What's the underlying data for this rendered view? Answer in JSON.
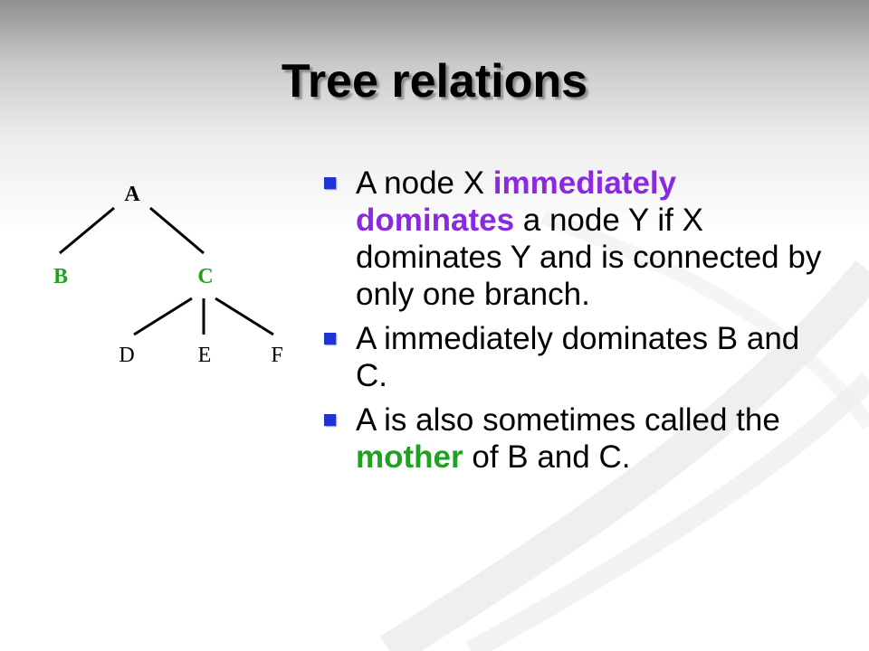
{
  "slide": {
    "title": "Tree relations"
  },
  "tree": {
    "nodes": {
      "A": "A",
      "B": "B",
      "C": "C",
      "D": "D",
      "E": "E",
      "F": "F"
    },
    "colors": {
      "highlight_node": "#21a121",
      "plain_node": "#000000"
    }
  },
  "bullets": [
    {
      "seg1": "A node X ",
      "term1": "immediately dominates",
      "seg2": " a node Y if X dominates Y and is connected by only one branch."
    },
    {
      "text": "A immediately dominates B and C."
    },
    {
      "seg1": "A is also sometimes called the ",
      "term": "mother",
      "seg2": " of B and C."
    }
  ],
  "colors": {
    "term_purple": "#8a2ae0",
    "term_green": "#21a121",
    "bullet": "#1f33d1"
  }
}
